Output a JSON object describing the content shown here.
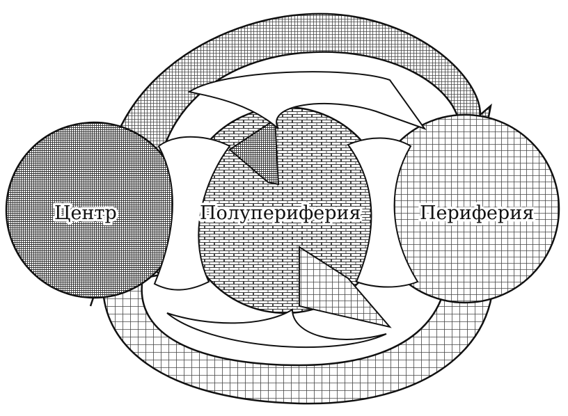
{
  "diagram": {
    "labels": {
      "center": "Центр",
      "semi_periphery": "Полупериферия",
      "periphery": "Периферия"
    },
    "colors": {
      "ink": "#111111",
      "background": "#ffffff"
    }
  }
}
